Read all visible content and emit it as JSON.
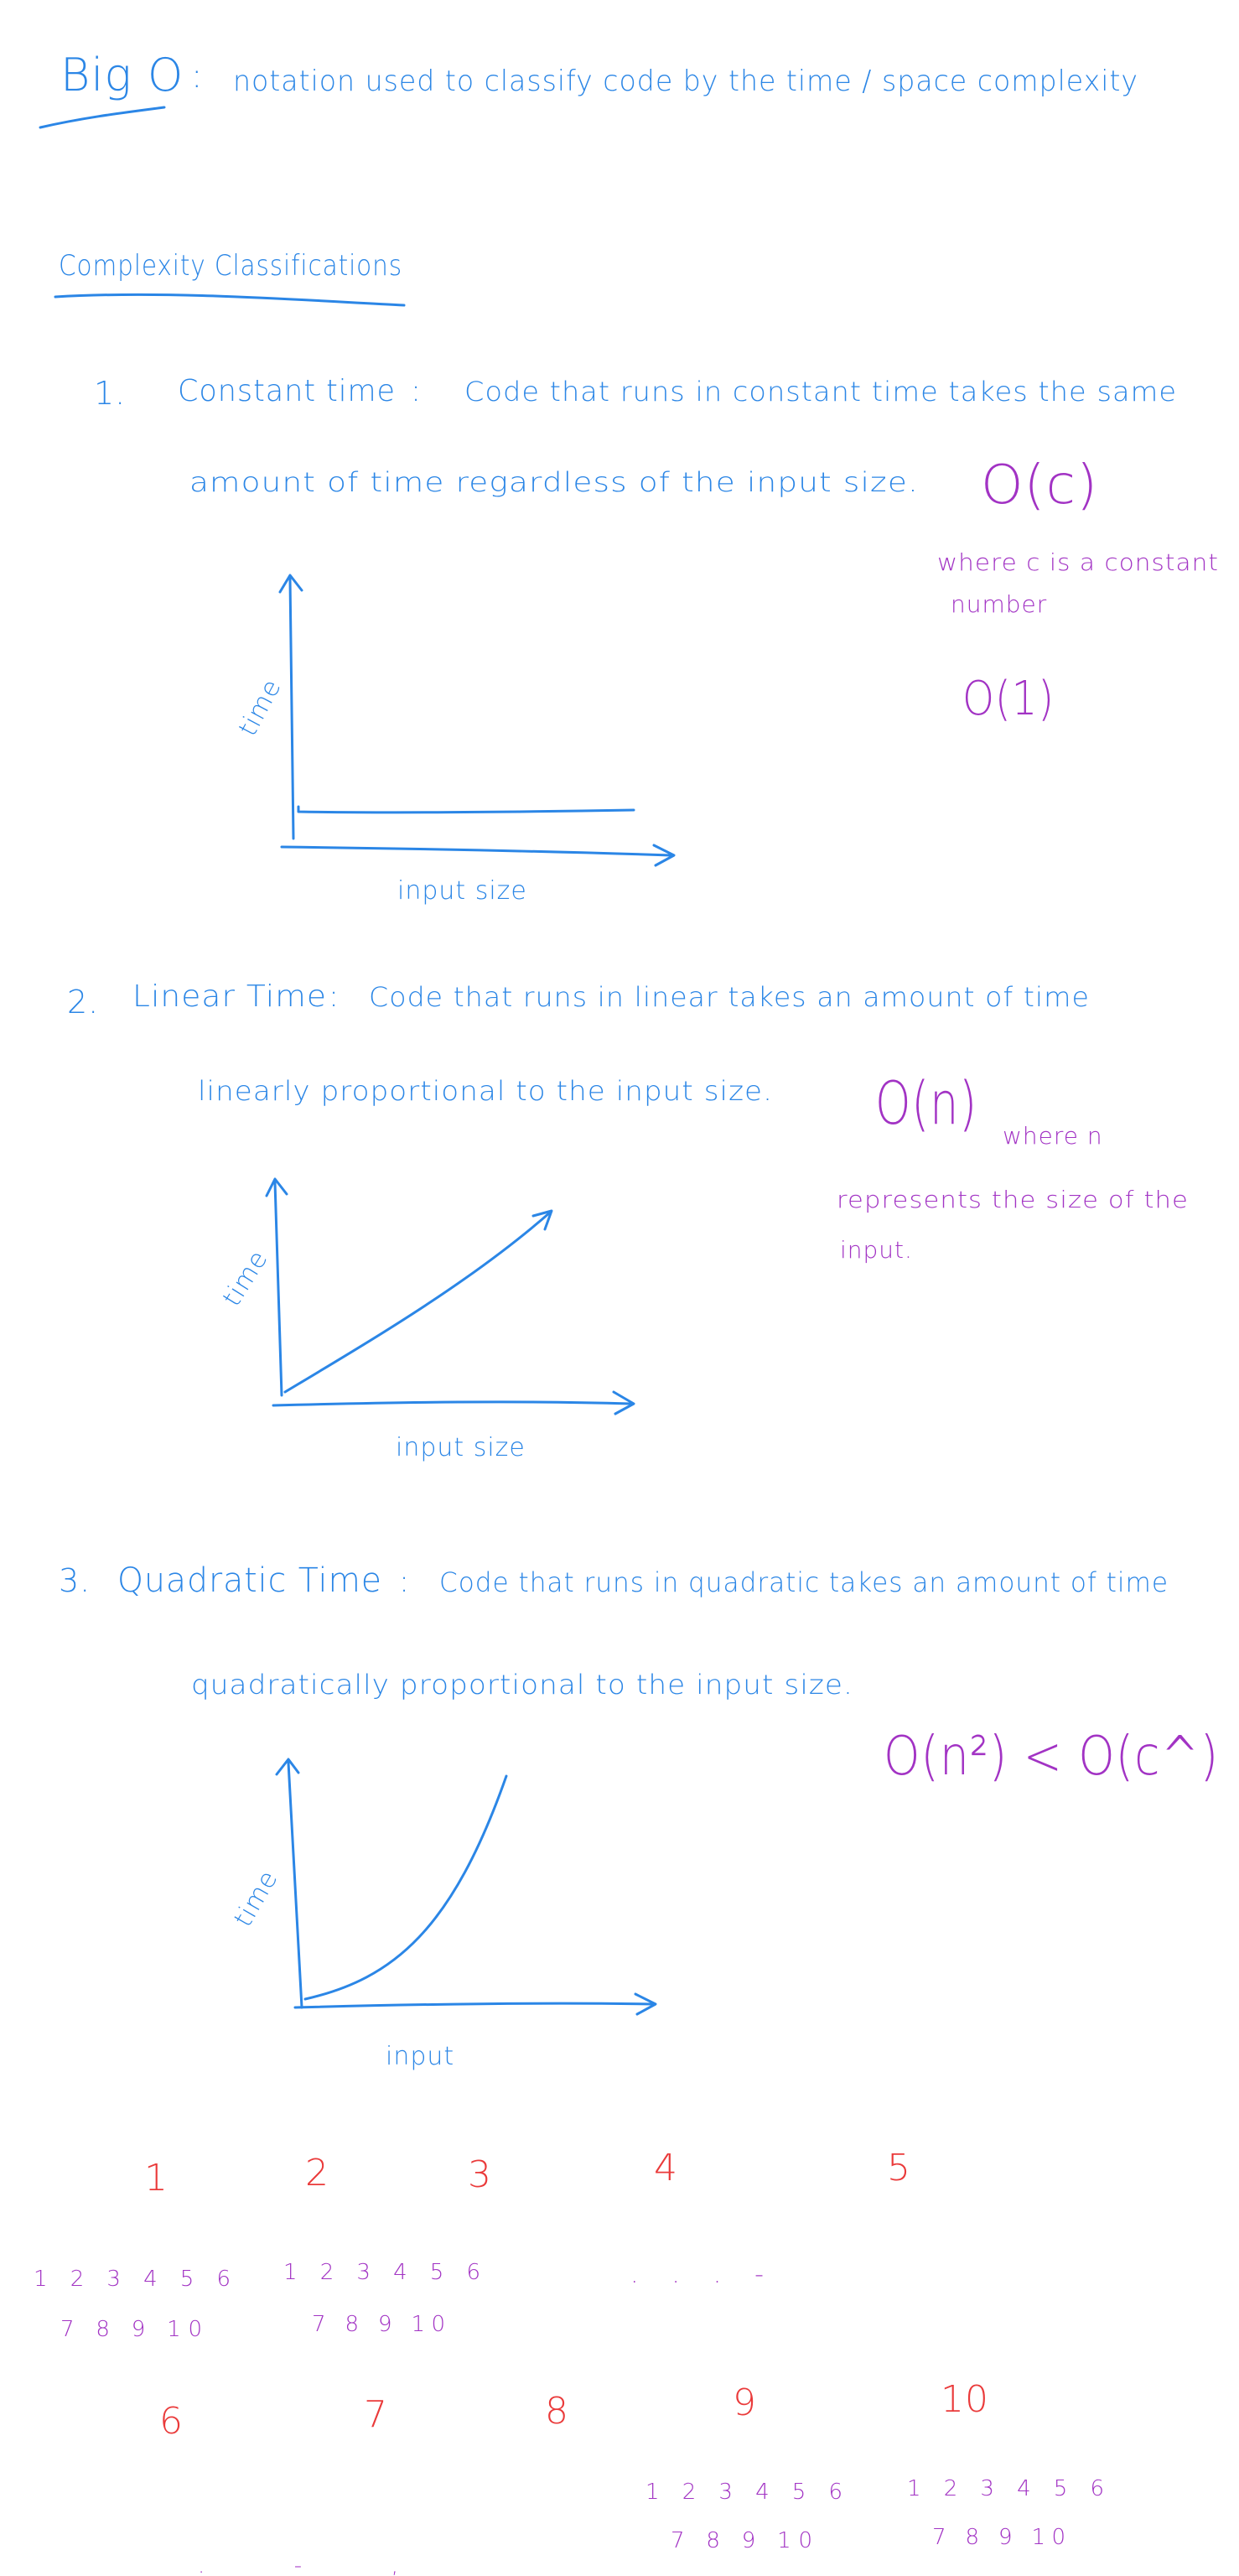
{
  "title": {
    "term": "Big O",
    "colon": ":",
    "definition": "notation used to classify code by the time / space complexity"
  },
  "section_heading": "Complexity Classifications",
  "items": [
    {
      "number": "1.",
      "name": "Constant time",
      "colon": ":",
      "line1": "Code that runs in constant time takes the same",
      "line2": "amount of time regardless of the input size.",
      "notation": "O(c)",
      "note_line1": "where c is a constant",
      "note_line2": "number",
      "notation_alt": "O(1)",
      "graph": {
        "ylabel": "time",
        "xlabel": "input size",
        "shape": "constant"
      }
    },
    {
      "number": "2.",
      "name": "Linear Time",
      "colon": ":",
      "line1": "Code that runs in linear takes an amount of time",
      "line2": "linearly proportional to the input size.",
      "notation": "O(n)",
      "note_line1": "where n",
      "note_line2": "represents the size of the",
      "note_line3": "input.",
      "graph": {
        "ylabel": "time",
        "xlabel": "input size",
        "shape": "linear"
      }
    },
    {
      "number": "3.",
      "name": "Quadratic Time",
      "colon": ":",
      "line1": "Code that runs in quadratic takes an amount of time",
      "line2": "quadratically proportional to the input size.",
      "notation": "O(n²) < O(c^)",
      "graph": {
        "ylabel": "time",
        "xlabel": "input",
        "shape": "quadratic"
      }
    }
  ],
  "counting": {
    "row1_numbers": [
      "1",
      "2",
      "3",
      "4",
      "5"
    ],
    "row2_numbers": [
      "6",
      "7",
      "8",
      "9",
      "10"
    ],
    "sub_line1": "1 2 3 4 5 6",
    "sub_line2": "7 8 9 10",
    "dots": ". . . -",
    "bottom_dots": ". - ,"
  },
  "colors": {
    "blue_ink": "#2b86e6",
    "purple_ink": "#a233c4",
    "red_ink": "#ea3a3a",
    "background": "#ffffff"
  }
}
